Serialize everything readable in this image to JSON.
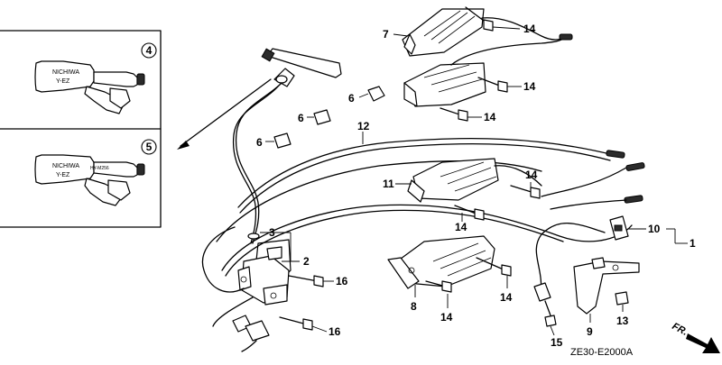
{
  "diagram": {
    "code": "ZE30-E2000A",
    "direction_label": "FR.",
    "inset_callouts": [
      {
        "number": "4",
        "cap_text": [
          "NICHIWA",
          "Y-EZ"
        ]
      },
      {
        "number": "5",
        "cap_text": [
          "NICHIWA",
          "Y-EZ"
        ]
      }
    ],
    "callouts": {
      "c1": "1",
      "c2": "2",
      "c3": "3",
      "c6a": "6",
      "c6b": "6",
      "c6c": "6",
      "c7": "7",
      "c8": "8",
      "c9": "9",
      "c10": "10",
      "c11": "11",
      "c12": "12",
      "c13": "13",
      "c14a": "14",
      "c14b": "14",
      "c14c": "14",
      "c14d": "14",
      "c14e": "14",
      "c14f": "14",
      "c14g": "14",
      "c15": "15",
      "c16a": "16",
      "c16b": "16"
    }
  }
}
